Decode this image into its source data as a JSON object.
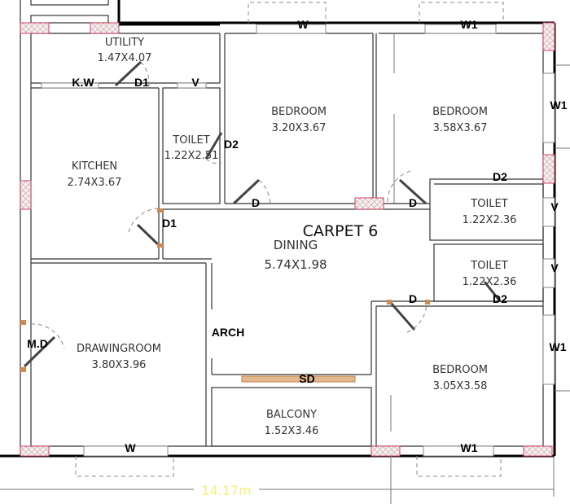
{
  "plan": {
    "carpet_label": "CARPET  6",
    "overall_dimension": "14.17m",
    "rooms": {
      "utility": {
        "name": "UTILITY",
        "size": "1.47X4.07"
      },
      "kitchen": {
        "name": "KITCHEN",
        "size": "2.74X3.67"
      },
      "toilet_1": {
        "name": "TOILET",
        "size": "1.22X2.51"
      },
      "bedroom_1": {
        "name": "BEDROOM",
        "size": "3.20X3.67"
      },
      "bedroom_2": {
        "name": "BEDROOM",
        "size": "3.58X3.67"
      },
      "toilet_2": {
        "name": "TOILET",
        "size": "1.22X2.36"
      },
      "toilet_3": {
        "name": "TOILET",
        "size": "1.22X2.36"
      },
      "dining": {
        "name": "DINING",
        "size": "5.74X1.98"
      },
      "drawingroom": {
        "name": "DRAWINGROOM",
        "size": "3.80X3.96"
      },
      "balcony": {
        "name": "BALCONY",
        "size": "1.52X3.46"
      },
      "bedroom_3": {
        "name": "BEDROOM",
        "size": "3.05X3.58"
      }
    },
    "tags": {
      "kw": "K.W",
      "d1_utility": "D1",
      "v_utility": "V",
      "d2_toilet1": "D2",
      "d_bed1": "D",
      "d_bed2": "D",
      "d1_kitchen": "D1",
      "w_top": "W",
      "w1_top": "W1",
      "w1_right_top": "W1",
      "d2_toilet2": "D2",
      "v_toilet2": "V",
      "v_toilet3": "V",
      "d2_toilet3": "D2",
      "d_bed3": "D",
      "md": "M.D",
      "arch": "ARCH",
      "sd": "SD",
      "w1_right_bottom": "W1",
      "w_bottom": "W",
      "w1_bottom": "W1"
    },
    "colors": {
      "dimension_text": "#f2f27a",
      "column_hatch": "#c46",
      "door_frame": "#c8824a"
    }
  }
}
